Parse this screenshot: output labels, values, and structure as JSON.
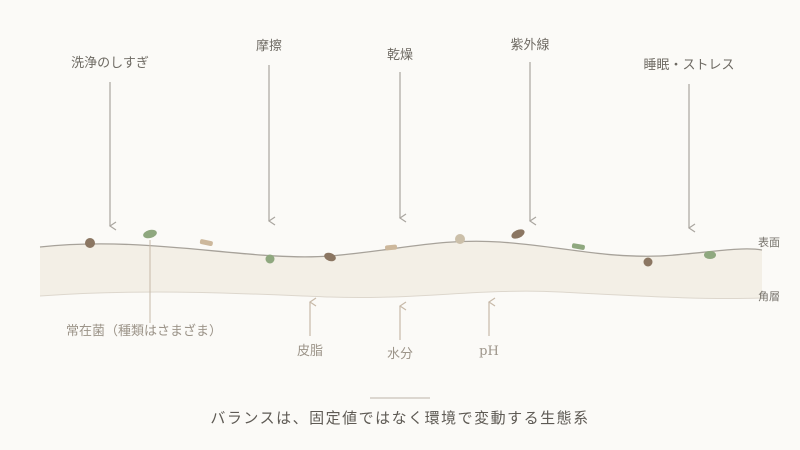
{
  "stressors": {
    "over_washing": "洗浄のしすぎ",
    "friction": "摩擦",
    "dryness": "乾燥",
    "uv": "紫外線",
    "sleep_stress": "睡眠・ストレス"
  },
  "layers": {
    "surface": "表面",
    "stratum_corneum": "角層"
  },
  "flora": {
    "label": "常在菌（種類はさまざま）"
  },
  "supports": {
    "sebum": "皮脂",
    "moisture": "水分",
    "ph": "pH"
  },
  "caption": "バランスは、固定値ではなく環境で変動する生態系",
  "colors": {
    "background": "#fbfaf7",
    "band_fill": "#f3efe6",
    "band_edge": "#cfc9bf",
    "surface_line": "#a7a29a",
    "arrow": "#a9a59f",
    "support_arrow": "#c7b9a8",
    "microbe_brown": "#8b7662",
    "microbe_sage": "#8fa87f",
    "microbe_tan": "#cdb89c",
    "microbe_beige": "#cbbfa9"
  },
  "microbes": [
    {
      "shape": "circle",
      "color": "brown"
    },
    {
      "shape": "ellipse",
      "color": "sage"
    },
    {
      "shape": "rod",
      "color": "tan"
    },
    {
      "shape": "circle",
      "color": "sage"
    },
    {
      "shape": "ellipse",
      "color": "brown"
    },
    {
      "shape": "rod",
      "color": "tan"
    },
    {
      "shape": "circle",
      "color": "beige"
    },
    {
      "shape": "ellipse",
      "color": "brown"
    },
    {
      "shape": "rod",
      "color": "sage"
    },
    {
      "shape": "circle",
      "color": "brown"
    },
    {
      "shape": "ellipse",
      "color": "sage"
    }
  ]
}
